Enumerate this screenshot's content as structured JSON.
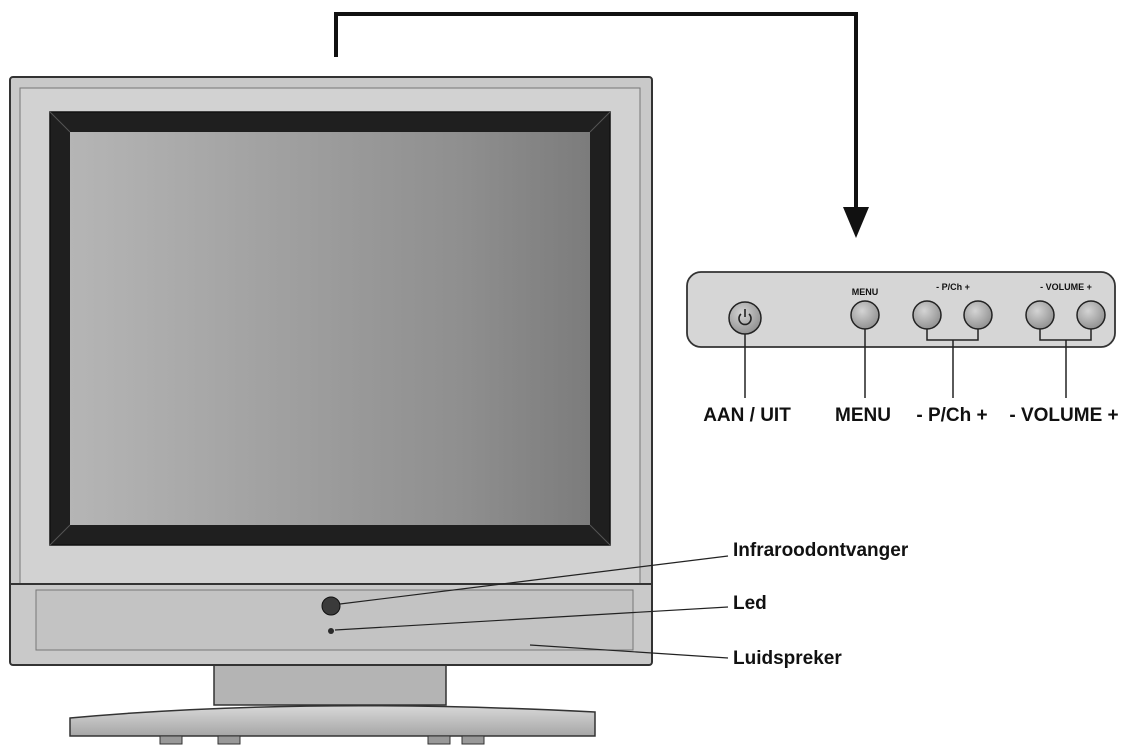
{
  "panel": {
    "engraved": {
      "menu": "MENU",
      "pch": "- P/Ch +",
      "volume": "- VOLUME +"
    }
  },
  "labels": {
    "power": "AAN / UIT",
    "menu": "MENU",
    "pch": "- P/Ch +",
    "volume": "- VOLUME +",
    "infrared": "Infraroodontvanger",
    "led": "Led",
    "speaker": "Luidspreker"
  },
  "icons": {
    "power": "power-icon"
  },
  "colors": {
    "bezel": "#c9c9c9",
    "screen": "#9a9a9a",
    "frame": "#222222",
    "button": "#a8a8a8"
  }
}
